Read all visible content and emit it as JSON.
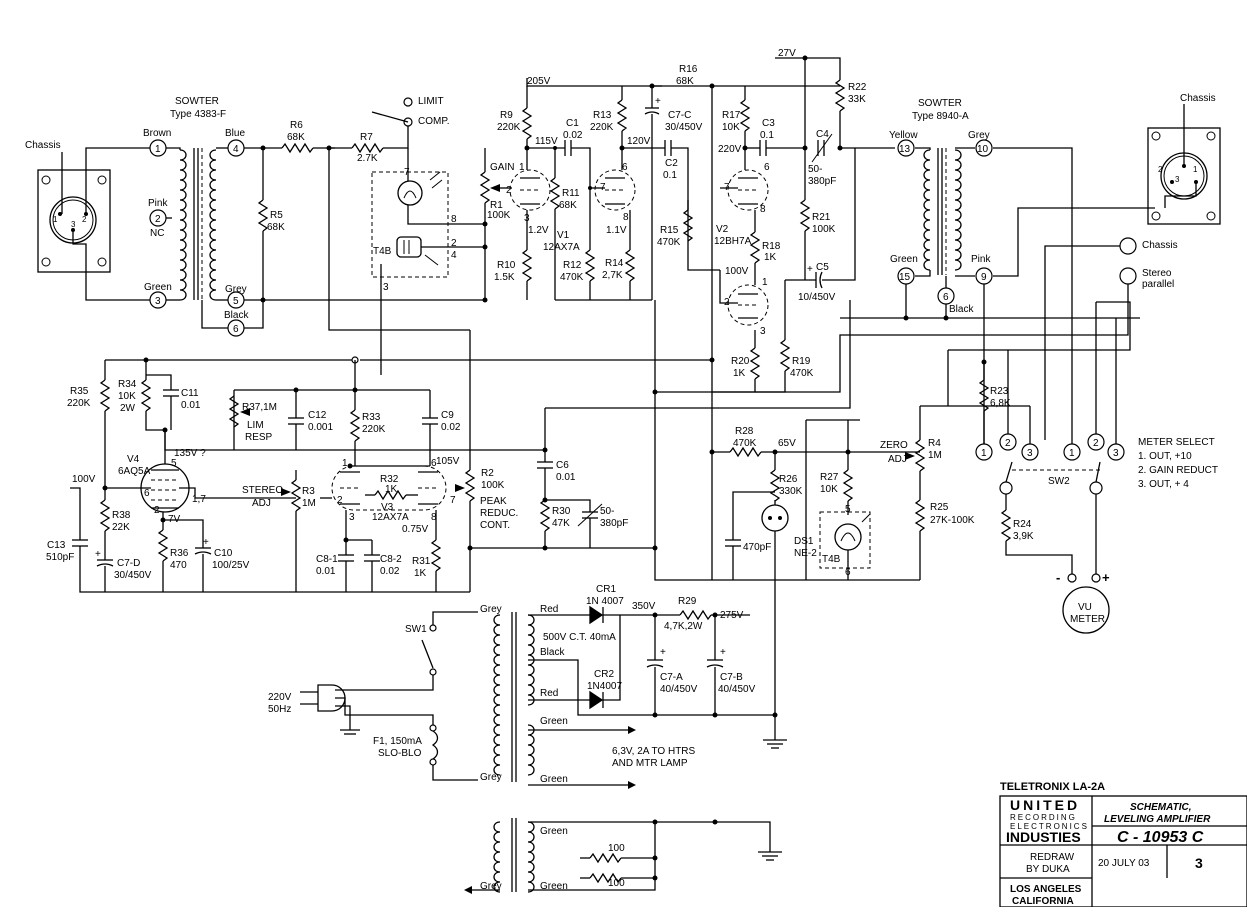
{
  "title": "TELETRONIX LA-2A",
  "title_block": {
    "company_line1": "UNITED",
    "company_line2": "RECORDING",
    "company_line3": "ELECTRONICS",
    "company_line4": "INDUSTIES",
    "drawing_title_1": "SCHEMATIC,",
    "drawing_title_2": "LEVELING AMPLIFIER",
    "drawing_number": "C - 10953  C",
    "redraw_1": "REDRAW",
    "redraw_2": "BY DUKA",
    "date": "20 JULY 03",
    "sheet": "3",
    "location_1": "LOS ANGELES",
    "location_2": "CALIFORNIA"
  },
  "input_transformer": {
    "maker": "SOWTER",
    "type": "Type 4383-F",
    "pins": [
      "1",
      "2",
      "3",
      "4",
      "5",
      "6"
    ],
    "leads": {
      "brown": "Brown",
      "pink": "Pink",
      "nc": "NC",
      "green": "Green",
      "blue": "Blue",
      "grey": "Grey",
      "black": "Black"
    }
  },
  "output_transformer": {
    "maker": "SOWTER",
    "type": "Type 8940-A",
    "pins": [
      "13",
      "10",
      "15",
      "9",
      "6"
    ],
    "leads": {
      "yellow": "Yellow",
      "grey": "Grey",
      "green": "Green",
      "pink": "Pink",
      "black": "Black"
    }
  },
  "connectors": {
    "chassis_left": "Chassis",
    "chassis_right": "Chassis",
    "chassis_terminal": "Chassis",
    "stereo_1": "Stereo",
    "stereo_2": "parallel"
  },
  "switch_labels": {
    "limit": "LIMIT",
    "comp": "COMP.",
    "gain": "GAIN",
    "sw1": "SW1",
    "sw2": "SW2"
  },
  "components": {
    "r6": [
      "R6",
      "68K"
    ],
    "r7": [
      "R7",
      "2.7K"
    ],
    "r5": [
      "R5",
      "68K"
    ],
    "r9": [
      "R9",
      "220K"
    ],
    "r1": [
      "R1",
      "100K"
    ],
    "r10": [
      "R10",
      "1.5K"
    ],
    "c1": [
      "C1",
      "0.02"
    ],
    "r11": [
      "R11",
      "68K"
    ],
    "v1": [
      "V1",
      "12AX7A"
    ],
    "r13": [
      "R13",
      "220K"
    ],
    "r12": [
      "R12",
      "470K"
    ],
    "r14": [
      "R14",
      "2,7K"
    ],
    "c7c": [
      "C7-C",
      "30/450V"
    ],
    "r16": [
      "R16",
      "68K"
    ],
    "c2": [
      "C2",
      "0.1"
    ],
    "r15": [
      "R15",
      "470K"
    ],
    "r17": [
      "R17",
      "10K"
    ],
    "c3": [
      "C3",
      "0.1"
    ],
    "v2": [
      "V2",
      "12BH7A"
    ],
    "r18": [
      "R18",
      "1K"
    ],
    "c4": [
      "C4",
      "50-",
      "380pF"
    ],
    "r22": [
      "R22",
      "33K"
    ],
    "r21": [
      "R21",
      "100K"
    ],
    "c5": [
      "C5",
      "10/450V"
    ],
    "r20": [
      "R20",
      "1K"
    ],
    "r19": [
      "R19",
      "470K"
    ],
    "t4b": "T4B",
    "r35": [
      "R35",
      "220K"
    ],
    "r34": [
      "R34",
      "10K",
      "2W"
    ],
    "c11": [
      "C11",
      "0.01"
    ],
    "r37": [
      "R37,1M",
      "LIM",
      "RESP"
    ],
    "c12": [
      "C12",
      "0.001"
    ],
    "r33": [
      "R33",
      "220K"
    ],
    "c9": [
      "C9",
      "0.02"
    ],
    "v4": [
      "V4",
      "6AQ5A"
    ],
    "r3": [
      "R3",
      "1M"
    ],
    "stereo_adj": [
      "STEREO",
      "ADJ"
    ],
    "r32": [
      "R32",
      "1K"
    ],
    "v3": [
      "V3",
      "12AX7A"
    ],
    "r2": [
      "R2",
      "100K"
    ],
    "peak": [
      "PEAK",
      "REDUC.",
      "CONT."
    ],
    "c6": [
      "C6",
      "0.01"
    ],
    "r30": [
      "R30",
      "47K"
    ],
    "c_var": [
      "50-",
      "380pF"
    ],
    "r38": [
      "R38",
      "22K"
    ],
    "c13": [
      "C13",
      "510pF"
    ],
    "c7d": [
      "C7-D",
      "30/450V"
    ],
    "r36": [
      "R36",
      "470"
    ],
    "c10": [
      "C10",
      "100/25V"
    ],
    "c81": [
      "C8-1",
      "0.01"
    ],
    "c82": [
      "C8-2",
      "0.02"
    ],
    "r31": [
      "R31",
      "1K"
    ],
    "r28": [
      "R28",
      "470K"
    ],
    "r26": [
      "R26",
      "330K"
    ],
    "r27": [
      "R27",
      "10K"
    ],
    "c470": "470pF",
    "ds1": [
      "DS1",
      "NE-2"
    ],
    "r4": [
      "R4",
      "1M"
    ],
    "zero_adj": [
      "ZERO",
      "ADJ"
    ],
    "r25": [
      "R25",
      "27K-100K"
    ],
    "r23": [
      "R23",
      "6,8K"
    ],
    "r24": [
      "R24",
      "3,9K"
    ],
    "cr1": [
      "CR1",
      "1N 4007"
    ],
    "cr2": [
      "CR2",
      "1N4007"
    ],
    "r29": [
      "R29",
      "4,7K,2W"
    ],
    "c7a": [
      "C7-A",
      "40/450V"
    ],
    "c7b": [
      "C7-B",
      "40/450V"
    ],
    "f1": [
      "F1, 150mA",
      "SLO-BLO"
    ],
    "mains": [
      "220V",
      "50Hz"
    ],
    "pt_sec": "500V C.T. 40mA",
    "heaters": [
      "6,3V, 2A TO HTRS",
      "AND MTR LAMP"
    ],
    "r100a": "100",
    "r100b": "100"
  },
  "voltages": {
    "v205": "205V",
    "v27": "27V",
    "v115": "115V",
    "v120": "120V",
    "v220": "220V",
    "v1_2": "1.2V",
    "v1_1": "1.1V",
    "v100a": "100V",
    "v135": "135V ?",
    "v105": "105V",
    "v100b": "100V",
    "v7": "7V",
    "v0_75": "0.75V",
    "v65": "65V",
    "v350": "350V",
    "v275": "275V"
  },
  "wire_colors": {
    "grey": "Grey",
    "red": "Red",
    "black": "Black",
    "green": "Green"
  },
  "meter": {
    "select_title": "METER SELECT",
    "opt1": "1. OUT, +10",
    "opt2": "2. GAIN REDUCT",
    "opt3": "3. OUT, + 4",
    "name_1": "VU",
    "name_2": "METER",
    "minus": "-",
    "plus": "+"
  }
}
